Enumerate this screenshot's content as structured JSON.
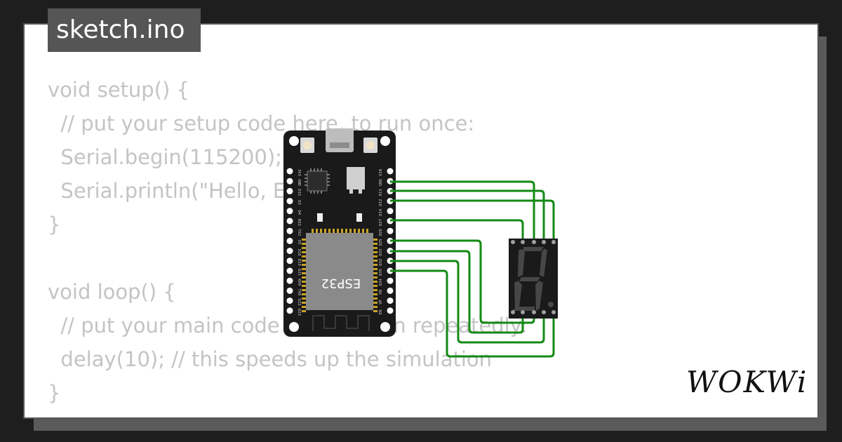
{
  "file_tab": {
    "label": "sketch.ino"
  },
  "code_lines": [
    "void setup() {",
    "  // put your setup code here, to run once:",
    "  Serial.begin(115200);",
    "  Serial.println(\"Hello, ESP32!\");",
    "}",
    "",
    "void loop() {",
    "  // put your main code here, to run repeatedly:",
    "  delay(10); // this speeds up the simulation",
    "}"
  ],
  "board": {
    "chip_label": "ESP32",
    "left_pins": [
      "3V3",
      "GND",
      "D15",
      "D2",
      "D4",
      "RX2",
      "TX2",
      "D5",
      "D18",
      "D19",
      "D21",
      "RX0",
      "TX0",
      "D22",
      "D23"
    ],
    "right_pins": [
      "VIN",
      "GND",
      "D13",
      "D12",
      "D14",
      "D27",
      "D26",
      "D25",
      "D33",
      "D32",
      "D35",
      "D34",
      "VN",
      "VP",
      "EN"
    ]
  },
  "colors": {
    "wire": "#138a13",
    "board": "#1a1a1a",
    "chip": "#8a8a8a",
    "segment_off": "#474747",
    "background": "#1e1e1e",
    "card": "#ffffff"
  },
  "brand": {
    "logo": "WOKWi"
  }
}
